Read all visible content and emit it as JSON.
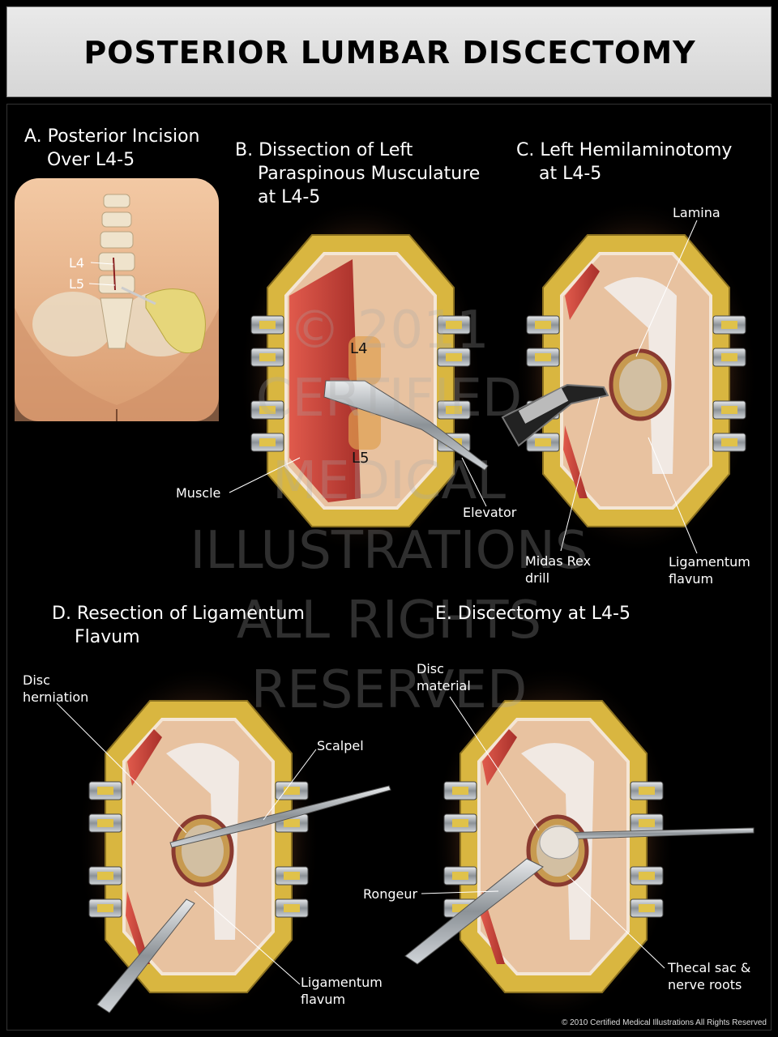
{
  "title": "POSTERIOR LUMBAR DISCECTOMY",
  "panels": {
    "a": {
      "heading": "A. Posterior Incision\n    Over L4-5",
      "labels": {
        "l4": "L4",
        "l5": "L5"
      }
    },
    "b": {
      "heading": "B. Dissection of Left\n    Paraspinous Musculature\n    at L4-5",
      "labels": {
        "l4": "L4",
        "l5": "L5",
        "muscle": "Muscle",
        "elevator": "Elevator"
      }
    },
    "c": {
      "heading": "C. Left Hemilaminotomy\n    at L4-5",
      "labels": {
        "lamina": "Lamina",
        "drill": "Midas Rex\ndrill",
        "ligamentum": "Ligamentum\nflavum"
      }
    },
    "d": {
      "heading": "D. Resection of Ligamentum\n    Flavum",
      "labels": {
        "herniation": "Disc\nherniation",
        "scalpel": "Scalpel",
        "ligamentum": "Ligamentum\nflavum"
      }
    },
    "e": {
      "heading": "E. Discectomy at L4-5",
      "labels": {
        "disc_material": "Disc\nmaterial",
        "rongeur": "Rongeur",
        "thecal": "Thecal sac &\nnerve roots"
      }
    }
  },
  "watermark": [
    "© 2011",
    "CERTIFIED",
    "MEDICAL",
    "ILLUSTRATIONS",
    "ALL RIGHTS",
    "RESERVED"
  ],
  "footer": "© 2010 Certified Medical Illustrations All Rights Reserved",
  "colors": {
    "skin": "#e8b890",
    "fat": "#d9b640",
    "muscle": "#c8443a",
    "bone": "#e6d2b0",
    "metal": "#9aa0a6"
  }
}
